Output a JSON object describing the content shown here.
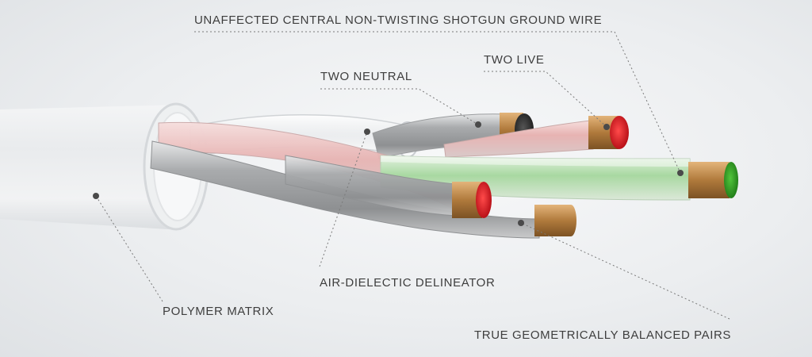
{
  "labels": {
    "ground_wire": "UNAFFECTED CENTRAL NON-TWISTING SHOTGUN GROUND WIRE",
    "two_live": "TWO LIVE",
    "two_neutral": "TWO NEUTRAL",
    "air_dielectric": "AIR-DIELECTIC DELINEATOR",
    "polymer_matrix": "POLYMER MATRIX",
    "balanced_pairs": "TRUE GEOMETRICALLY BALANCED PAIRS"
  },
  "colors": {
    "live": "#d8141e",
    "ground": "#2b9a22",
    "neutral": "#3a3a3a",
    "copper": "#b07a3c",
    "leader": "#7a7a7a"
  }
}
